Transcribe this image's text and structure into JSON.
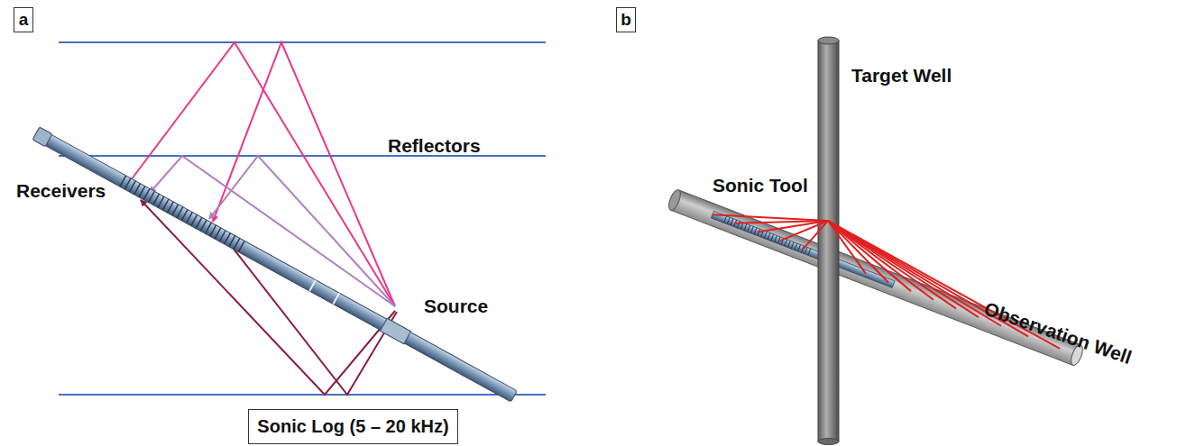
{
  "diagram": {
    "nodes": [
      {
        "text": [
          "a"
        ]
      },
      {
        "text": [
          "Sonic Log (5 – 20 kHz)"
        ]
      },
      {
        "text": [
          "b"
        ]
      }
    ],
    "labels": [
      "Reflectors",
      "Receivers",
      "Source",
      "Sonic Tool",
      "Target Well",
      "Observation Well"
    ]
  }
}
